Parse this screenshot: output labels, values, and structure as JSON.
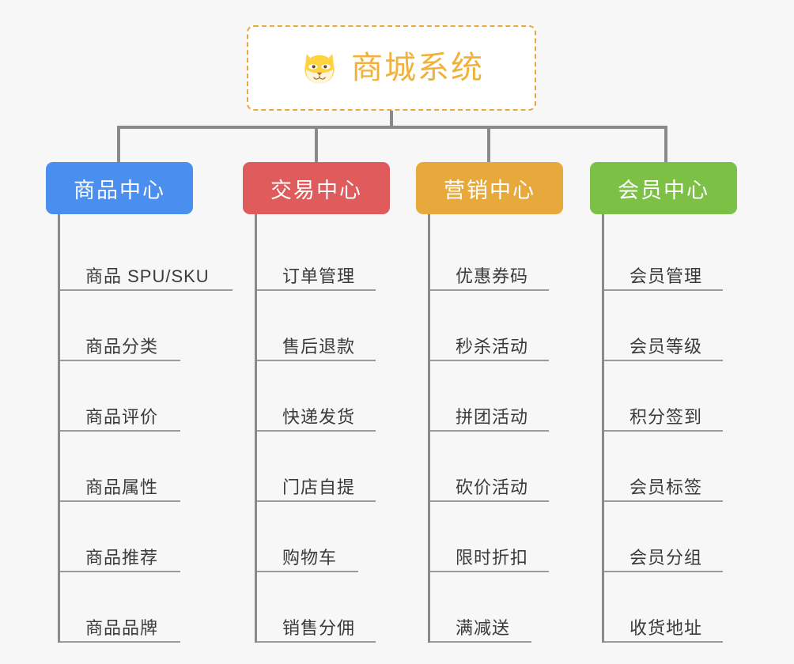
{
  "root": {
    "title": "商城系统",
    "icon": "shiba-dog-emoji",
    "border_color": "#eaa83c",
    "text_color": "#f0b23a"
  },
  "theme": {
    "background": "#f7f7f7",
    "line_color": "#8a8a8a",
    "leaf_line_color": "#9a9a9a",
    "leaf_text_color": "#3a3a3a"
  },
  "branches": [
    {
      "label": "商品中心",
      "color": "#4a8ef0",
      "leaves": [
        {
          "label": "商品 SPU/SKU"
        },
        {
          "label": "商品分类"
        },
        {
          "label": "商品评价"
        },
        {
          "label": "商品属性"
        },
        {
          "label": "商品推荐"
        },
        {
          "label": "商品品牌"
        }
      ]
    },
    {
      "label": "交易中心",
      "color": "#e05b5b",
      "leaves": [
        {
          "label": "订单管理"
        },
        {
          "label": "售后退款"
        },
        {
          "label": "快递发货"
        },
        {
          "label": "门店自提"
        },
        {
          "label": "购物车"
        },
        {
          "label": "销售分佣"
        }
      ]
    },
    {
      "label": "营销中心",
      "color": "#e8a93c",
      "leaves": [
        {
          "label": "优惠券码"
        },
        {
          "label": "秒杀活动"
        },
        {
          "label": "拼团活动"
        },
        {
          "label": "砍价活动"
        },
        {
          "label": "限时折扣"
        },
        {
          "label": "满减送"
        }
      ]
    },
    {
      "label": "会员中心",
      "color": "#7cc046",
      "leaves": [
        {
          "label": "会员管理"
        },
        {
          "label": "会员等级"
        },
        {
          "label": "积分签到"
        },
        {
          "label": "会员标签"
        },
        {
          "label": "会员分组"
        },
        {
          "label": "收货地址"
        }
      ]
    }
  ]
}
